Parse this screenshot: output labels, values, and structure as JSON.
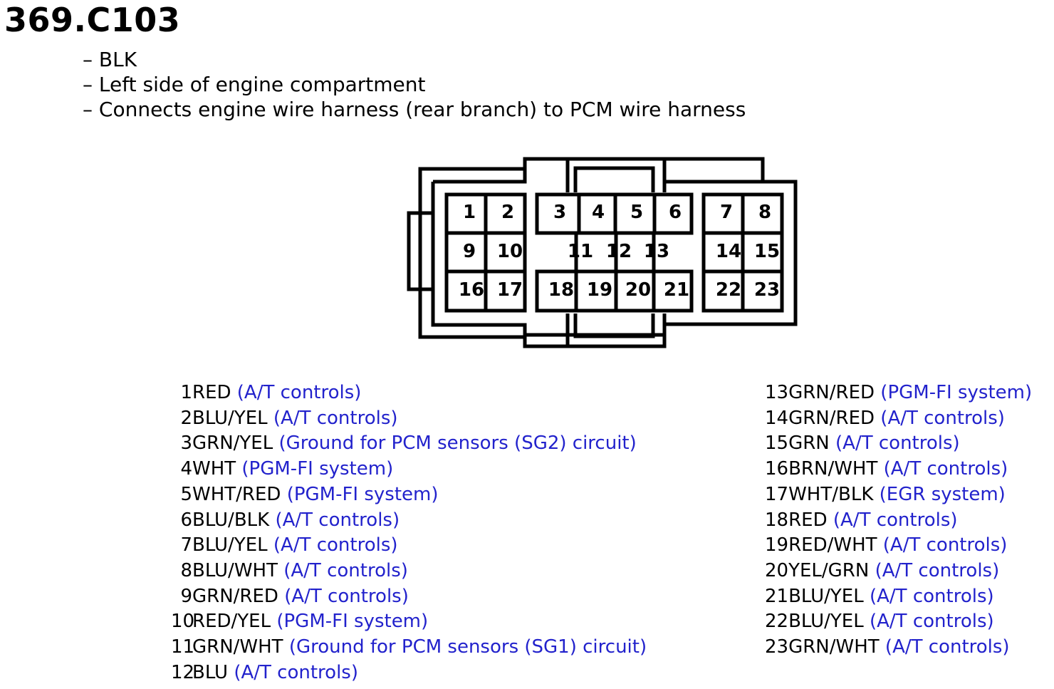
{
  "title": "369.C103",
  "info": [
    "– BLK",
    "– Left side of engine compartment",
    "– Connects engine wire harness (rear branch) to PCM wire harness"
  ],
  "connector_pins": [
    "1",
    "2",
    "3",
    "4",
    "5",
    "6",
    "7",
    "8",
    "9",
    "10",
    "11",
    "12",
    "13",
    "14",
    "15",
    "16",
    "17",
    "18",
    "19",
    "20",
    "21",
    "22",
    "23"
  ],
  "pins_left": [
    {
      "num": "1",
      "wire": "RED",
      "desc": "(A/T controls)"
    },
    {
      "num": "2",
      "wire": "BLU/YEL",
      "desc": "(A/T controls)"
    },
    {
      "num": "3",
      "wire": "GRN/YEL",
      "desc": "(Ground for PCM sensors (SG2) circuit)"
    },
    {
      "num": "4",
      "wire": "WHT",
      "desc": "(PGM-FI system)"
    },
    {
      "num": "5",
      "wire": "WHT/RED",
      "desc": "(PGM-FI system)"
    },
    {
      "num": "6",
      "wire": "BLU/BLK",
      "desc": "(A/T controls)"
    },
    {
      "num": "7",
      "wire": "BLU/YEL",
      "desc": "(A/T controls)"
    },
    {
      "num": "8",
      "wire": "BLU/WHT",
      "desc": "(A/T controls)"
    },
    {
      "num": "9",
      "wire": "GRN/RED",
      "desc": "(A/T controls)"
    },
    {
      "num": "10",
      "wire": "RED/YEL",
      "desc": "(PGM-FI system)"
    },
    {
      "num": "11",
      "wire": "GRN/WHT",
      "desc": "(Ground for PCM sensors (SG1) circuit)"
    },
    {
      "num": "12",
      "wire": "BLU",
      "desc": "(A/T controls)"
    }
  ],
  "pins_right": [
    {
      "num": "13",
      "wire": "GRN/RED",
      "desc": "(PGM-FI system)"
    },
    {
      "num": "14",
      "wire": "GRN/RED",
      "desc": "(A/T controls)"
    },
    {
      "num": "15",
      "wire": "GRN",
      "desc": "(A/T controls)"
    },
    {
      "num": "16",
      "wire": "BRN/WHT",
      "desc": "(A/T controls)"
    },
    {
      "num": "17",
      "wire": "WHT/BLK",
      "desc": "(EGR system)"
    },
    {
      "num": "18",
      "wire": "RED",
      "desc": "(A/T controls)"
    },
    {
      "num": "19",
      "wire": "RED/WHT",
      "desc": "(A/T controls)"
    },
    {
      "num": "20",
      "wire": "YEL/GRN",
      "desc": "(A/T controls)"
    },
    {
      "num": "21",
      "wire": "BLU/YEL",
      "desc": "(A/T controls)"
    },
    {
      "num": "22",
      "wire": "BLU/YEL",
      "desc": "(A/T controls)"
    },
    {
      "num": "23",
      "wire": "GRN/WHT",
      "desc": "(A/T controls)"
    }
  ],
  "colors": {
    "description": "#2222cc",
    "line": "#000000"
  }
}
